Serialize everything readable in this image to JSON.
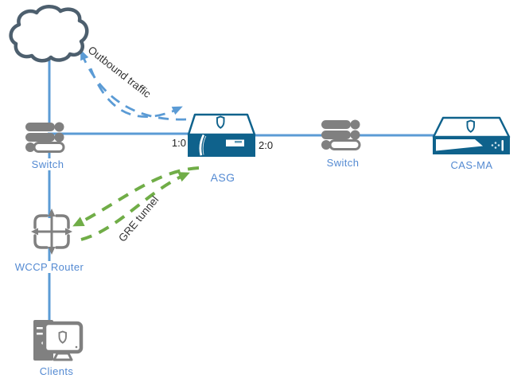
{
  "colors": {
    "connection_line": "#5b9bd5",
    "node_label_blue": "#548ad2",
    "gre_green": "#70ad47",
    "outbound_blue": "#5b9bd5",
    "icon_gray": "#808080",
    "cloud_outline": "#4d5f6e",
    "appliance_fill": "#0f628c",
    "flow_label_text": "#333333",
    "port_label_text": "#1f1f1f"
  },
  "nodes": {
    "cloud": {
      "icon": "cloud-icon"
    },
    "switch_left": {
      "label": "Switch",
      "icon": "switch-icon"
    },
    "wccp_router": {
      "label": "WCCP Router",
      "icon": "router-crossed-arrows-icon"
    },
    "clients": {
      "label": "Clients",
      "icon": "desktop-computer-icon"
    },
    "asg": {
      "label": "ASG",
      "icon": "proxy-appliance-icon",
      "port_left": "1:0",
      "port_right": "2:0"
    },
    "switch_right": {
      "label": "Switch",
      "icon": "switch-icon"
    },
    "cas_ma": {
      "label": "CAS-MA",
      "icon": "rack-appliance-icon"
    }
  },
  "flows": {
    "outbound_traffic": {
      "label": "Outbound traffic",
      "color": "#5b9bd5",
      "style": "dashed-curve"
    },
    "gre_tunnel": {
      "label": "GRE tunnel",
      "color": "#70ad47",
      "style": "dashed-curve"
    }
  }
}
